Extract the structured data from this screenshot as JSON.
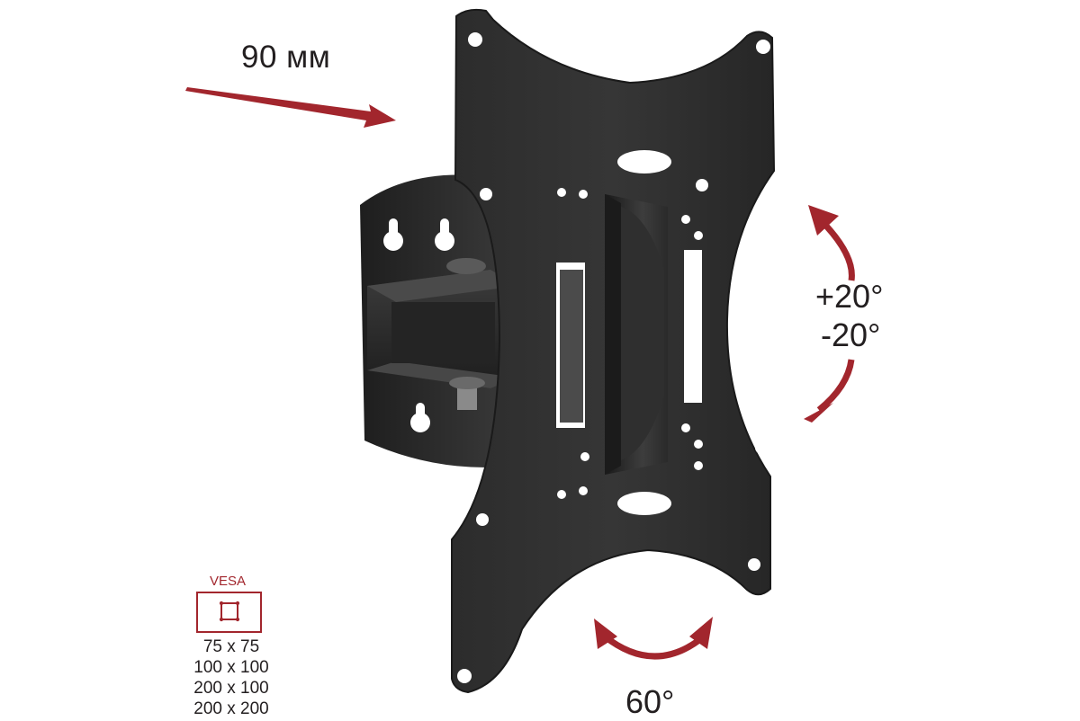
{
  "depth": {
    "label": "90 мм",
    "arrow_color": "#a2262d"
  },
  "tilt": {
    "up_label": "+20°",
    "down_label": "-20°",
    "arrow_color": "#a2262d"
  },
  "swivel": {
    "label": "60°",
    "arrow_color": "#a2262d"
  },
  "vesa": {
    "title": "VESA",
    "accent_color": "#a2262d",
    "icon": "vesa-pattern-icon",
    "sizes": [
      "75 x 75",
      "100 x 100",
      "200 x 100",
      "200 x 200"
    ]
  },
  "product": {
    "color": "#2b2b2b"
  }
}
